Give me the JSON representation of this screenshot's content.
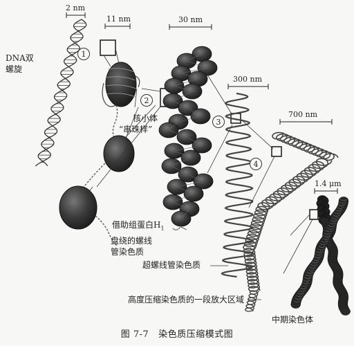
{
  "scale_labels": {
    "dna_width": "2 nm",
    "nucleosome_width": "11 nm",
    "solenoid_width": "30 nm",
    "loop_width": "300 nm",
    "coil_width": "700 nm",
    "chromatid_width": "1.4 μm"
  },
  "step_numbers": [
    "1",
    "2",
    "3",
    "4"
  ],
  "labels": {
    "dna_line1": "DNA双",
    "dna_line2": "螺旋",
    "nucleosome_line1": "核小体",
    "nucleosome_line2": "“串珠样”",
    "histone_h1": "借助组蛋白H",
    "histone_h1_sub": "1",
    "solenoid_line1": "盘绕的螺线",
    "solenoid_line2": "管染色质",
    "supersolenoid": "超螺线管染色质",
    "condensed_region": "高度压缩染色质的一段放大区域",
    "metaphase_chromosome": "中期染色体"
  },
  "caption": {
    "number": "图 7-7",
    "title": "染色质压缩模式图"
  }
}
